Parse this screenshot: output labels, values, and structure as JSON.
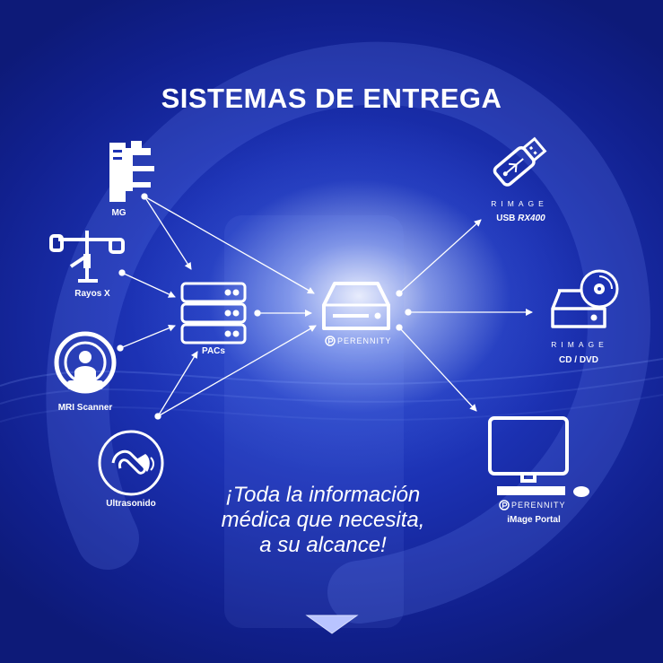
{
  "title": "SISTEMAS DE ENTREGA",
  "nodes": {
    "mg": "MG",
    "rayos_x": "Rayos X",
    "mri": "MRI Scanner",
    "ultrasonido": "Ultrasonido",
    "pacs": "PACs",
    "perennity_hub": "PERENNITY",
    "usb_brand": "RIMAGE",
    "usb_label_prefix": "USB",
    "usb_label_model": "RX400",
    "cd_brand": "RIMAGE",
    "cd_label": "CD / DVD",
    "portal_brand": "PERENNITY",
    "portal_label": "iMage Portal"
  },
  "tagline": [
    "¡Toda la información",
    "médica que necesita,",
    "a su alcance!"
  ],
  "icons": [
    "mammography-icon",
    "xray-icon",
    "mri-scanner-icon",
    "ultrasound-icon",
    "server-rack-icon",
    "server-icon",
    "usb-drive-icon",
    "cd-drive-icon",
    "desktop-computer-icon",
    "down-arrow-icon"
  ],
  "colors": {
    "background": "#1c32b4",
    "foreground": "#ffffff",
    "glow": "#ffffff"
  }
}
